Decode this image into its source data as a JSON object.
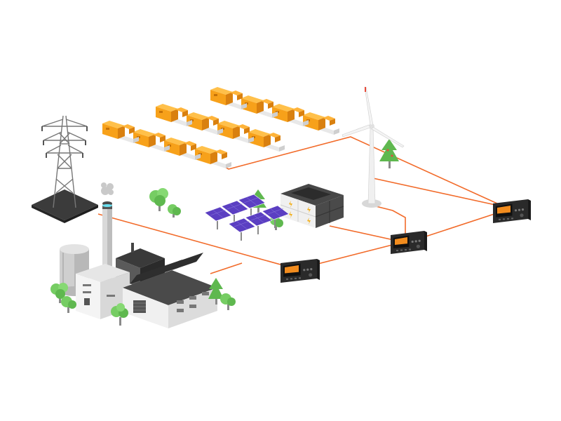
{
  "colors": {
    "background": "#ffffff",
    "cable": "#f26b2a",
    "generator_body": "#f7a11a",
    "generator_shade": "#d9800f",
    "solar_panel": "#5b3fc2",
    "tree": "#6cc75d",
    "controller_screen": "#f28c1e",
    "building_light": "#e8e8e8",
    "building_dark": "#555555"
  },
  "scene": {
    "components": [
      {
        "name": "electricity-pylon",
        "icon": "transmission-tower-icon"
      },
      {
        "name": "power-plant-factory",
        "icon": "factory-icon"
      },
      {
        "name": "solar-array",
        "icon": "solar-panel-icon"
      },
      {
        "name": "battery-storage",
        "icon": "battery-icon"
      },
      {
        "name": "wind-turbine",
        "icon": "wind-turbine-icon"
      },
      {
        "name": "generator-fleet",
        "icon": "generator-icon"
      },
      {
        "name": "controller-units",
        "icon": "controller-icon",
        "count": 3
      }
    ]
  }
}
